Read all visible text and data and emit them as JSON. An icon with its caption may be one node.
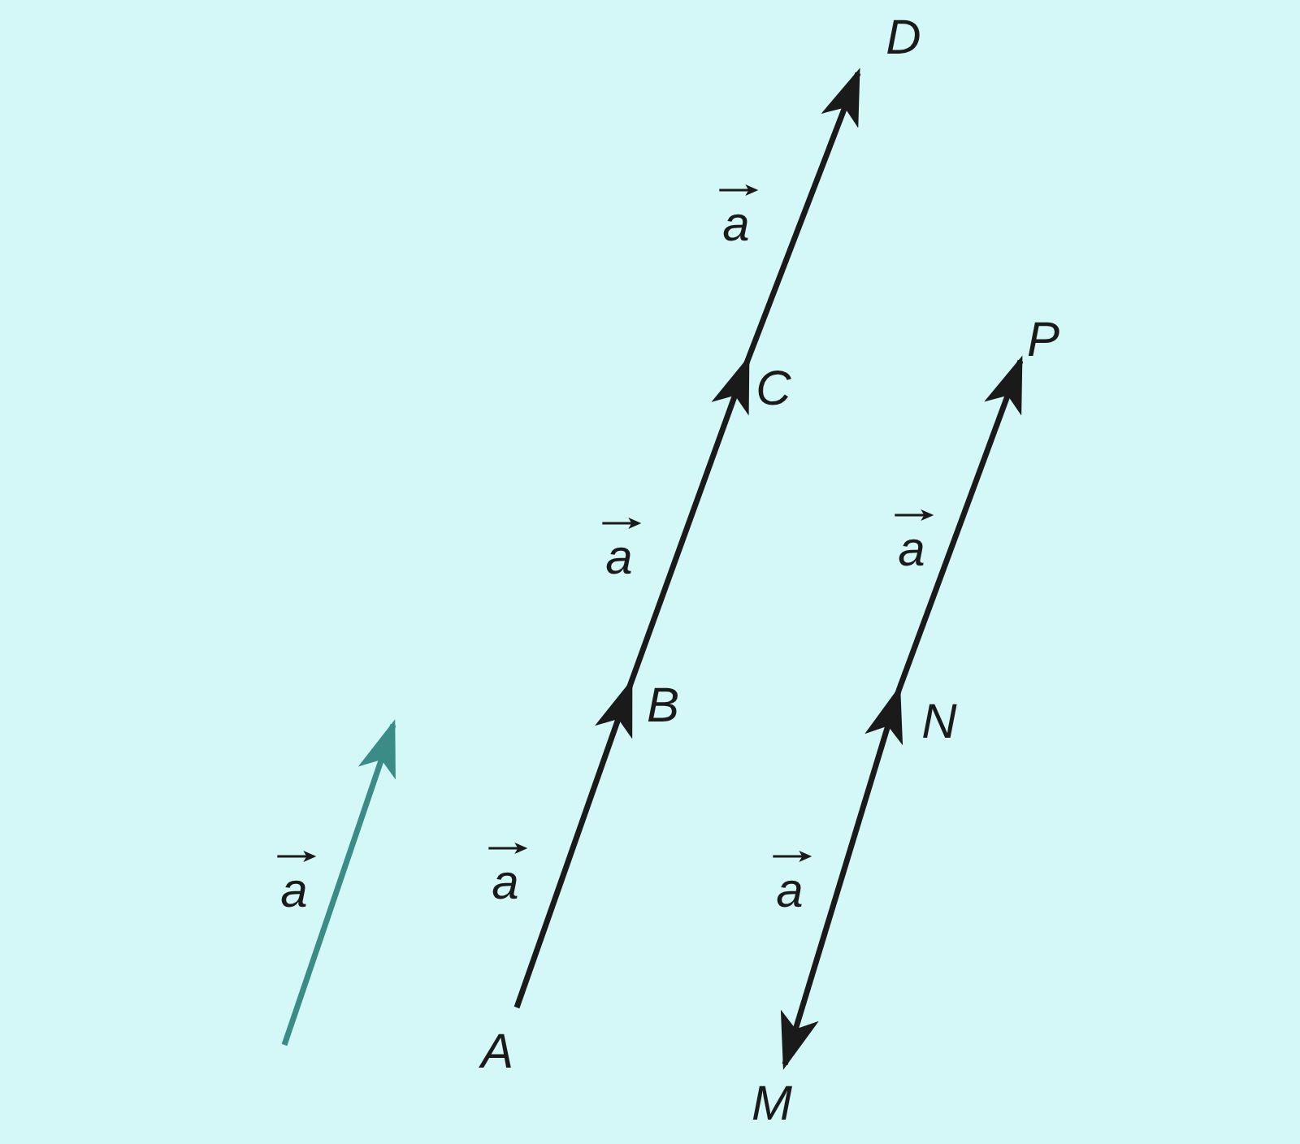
{
  "diagram": {
    "nodes": [
      {
        "text": [
          "A"
        ]
      },
      {
        "text": [
          "B"
        ]
      },
      {
        "text": [
          "C"
        ]
      },
      {
        "text": [
          "D"
        ]
      },
      {
        "text": [
          "P"
        ]
      },
      {
        "text": [
          "N"
        ]
      },
      {
        "text": [
          "M"
        ]
      }
    ],
    "edges": [
      {
        "from": 0,
        "to": 1,
        "arrow": "to",
        "label": "a"
      },
      {
        "from": 1,
        "to": 2,
        "arrow": "to",
        "label": "a"
      },
      {
        "from": 2,
        "to": 3,
        "arrow": "to",
        "label": "a"
      },
      {
        "from": 5,
        "to": 4,
        "arrow": "to",
        "label": "a"
      },
      {
        "from": 6,
        "to": 5,
        "arrow": "both",
        "label": "a"
      }
    ],
    "labels": [
      "a"
    ]
  }
}
